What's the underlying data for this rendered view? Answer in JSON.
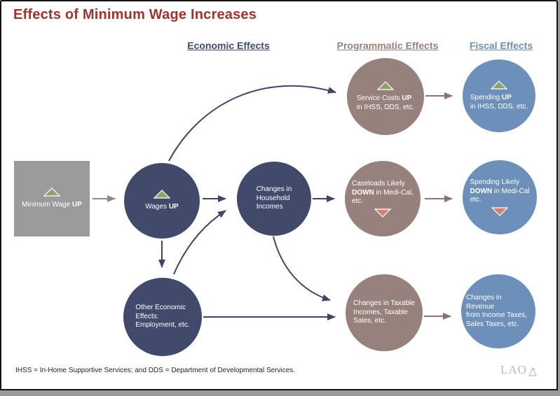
{
  "title": "Effects of Minimum Wage Increases",
  "columns": [
    {
      "id": "economic",
      "label": "Economic Effects",
      "color": "#3E4A6E"
    },
    {
      "id": "programmatic",
      "label": "Programmatic Effects",
      "color": "#97807B"
    },
    {
      "id": "fiscal",
      "label": "Fiscal Effects",
      "color": "#6A8FBE"
    }
  ],
  "colors": {
    "navy_circle": "#424A6B",
    "brown_circle": "#97817D",
    "blue_circle": "#6D90BA",
    "gray_box": "#9B9B9B",
    "title_red": "#A5312B",
    "arrow_navy": "#3E4668",
    "arrow_brown": "#8A7370",
    "arrow_gray": "#8C8C8C",
    "up_triangle_green": "#8CA46B",
    "down_triangle_salmon": "#D97D6E"
  },
  "nodes": {
    "minimum_wage": {
      "shape": "square",
      "column": "input",
      "indicator": "up",
      "lines": [
        [
          {
            "t": "Minimum Wage "
          },
          {
            "t": "UP",
            "b": true
          }
        ]
      ]
    },
    "wages": {
      "shape": "circle",
      "column": "economic",
      "indicator": "up",
      "lines": [
        [
          {
            "t": "Wages "
          },
          {
            "t": "UP",
            "b": true
          }
        ]
      ]
    },
    "household": {
      "shape": "circle",
      "column": "economic",
      "indicator": "none",
      "lines": [
        [
          {
            "t": "Changes in"
          }
        ],
        [
          {
            "t": "Household"
          }
        ],
        [
          {
            "t": "Incomes"
          }
        ]
      ]
    },
    "other_economic": {
      "shape": "circle",
      "column": "economic",
      "indicator": "none",
      "lines": [
        [
          {
            "t": "Other Economic"
          }
        ],
        [
          {
            "t": "Effects:"
          }
        ],
        [
          {
            "t": "Employment, etc."
          }
        ]
      ]
    },
    "service_costs": {
      "shape": "circle",
      "column": "programmatic",
      "indicator": "up",
      "lines": [
        [
          {
            "t": "Service Costs "
          },
          {
            "t": "UP",
            "b": true
          }
        ],
        [
          {
            "t": "in IHSS, DDS, etc."
          }
        ]
      ]
    },
    "caseloads": {
      "shape": "circle",
      "column": "programmatic",
      "indicator": "down",
      "lines": [
        [
          {
            "t": "Caseloads Likely"
          }
        ],
        [
          {
            "t": "DOWN",
            "b": true
          },
          {
            "t": " in Medi-Cal,"
          }
        ],
        [
          {
            "t": "etc."
          }
        ]
      ]
    },
    "taxable": {
      "shape": "circle",
      "column": "programmatic",
      "indicator": "none",
      "lines": [
        [
          {
            "t": "Changes in Taxable"
          }
        ],
        [
          {
            "t": "Incomes, Taxable"
          }
        ],
        [
          {
            "t": "Sales, etc."
          }
        ]
      ]
    },
    "spending_up": {
      "shape": "circle",
      "column": "fiscal",
      "indicator": "up",
      "lines": [
        [
          {
            "t": "Spending "
          },
          {
            "t": "UP",
            "b": true
          }
        ],
        [
          {
            "t": "in IHSS, DDS, etc."
          }
        ]
      ]
    },
    "spending_down": {
      "shape": "circle",
      "column": "fiscal",
      "indicator": "down",
      "lines": [
        [
          {
            "t": "Spending Likely"
          }
        ],
        [
          {
            "t": "DOWN",
            "b": true
          },
          {
            "t": " in Medi-Cal"
          }
        ],
        [
          {
            "t": "etc."
          }
        ]
      ]
    },
    "revenue": {
      "shape": "circle",
      "column": "fiscal",
      "indicator": "none",
      "lines": [
        [
          {
            "t": "Changes in Revenue"
          }
        ],
        [
          {
            "t": "from Income Taxes,"
          }
        ],
        [
          {
            "t": "Sales Taxes, etc."
          }
        ]
      ]
    }
  },
  "edges": [
    {
      "from": "minimum-wage-up",
      "to": "wages-up",
      "color": "gray"
    },
    {
      "from": "wages-up",
      "to": "service-costs-up",
      "color": "navy"
    },
    {
      "from": "wages-up",
      "to": "changes-in-household-incomes",
      "color": "navy"
    },
    {
      "from": "wages-up",
      "to": "other-economic-effects",
      "color": "navy"
    },
    {
      "from": "other-economic-effects",
      "to": "changes-in-household-incomes",
      "color": "navy"
    },
    {
      "from": "other-economic-effects",
      "to": "changes-in-taxable-incomes",
      "color": "navy"
    },
    {
      "from": "changes-in-household-incomes",
      "to": "caseloads-likely-down",
      "color": "navy"
    },
    {
      "from": "changes-in-household-incomes",
      "to": "changes-in-taxable-incomes",
      "color": "navy"
    },
    {
      "from": "service-costs-up",
      "to": "spending-up",
      "color": "brown"
    },
    {
      "from": "caseloads-likely-down",
      "to": "spending-likely-down",
      "color": "brown"
    },
    {
      "from": "changes-in-taxable-incomes",
      "to": "changes-in-revenue",
      "color": "brown"
    }
  ],
  "footnote": "IHSS = In-Home Supportive Services; and DDS = Department of Developmental Services.",
  "logo": {
    "text": "LAO"
  }
}
